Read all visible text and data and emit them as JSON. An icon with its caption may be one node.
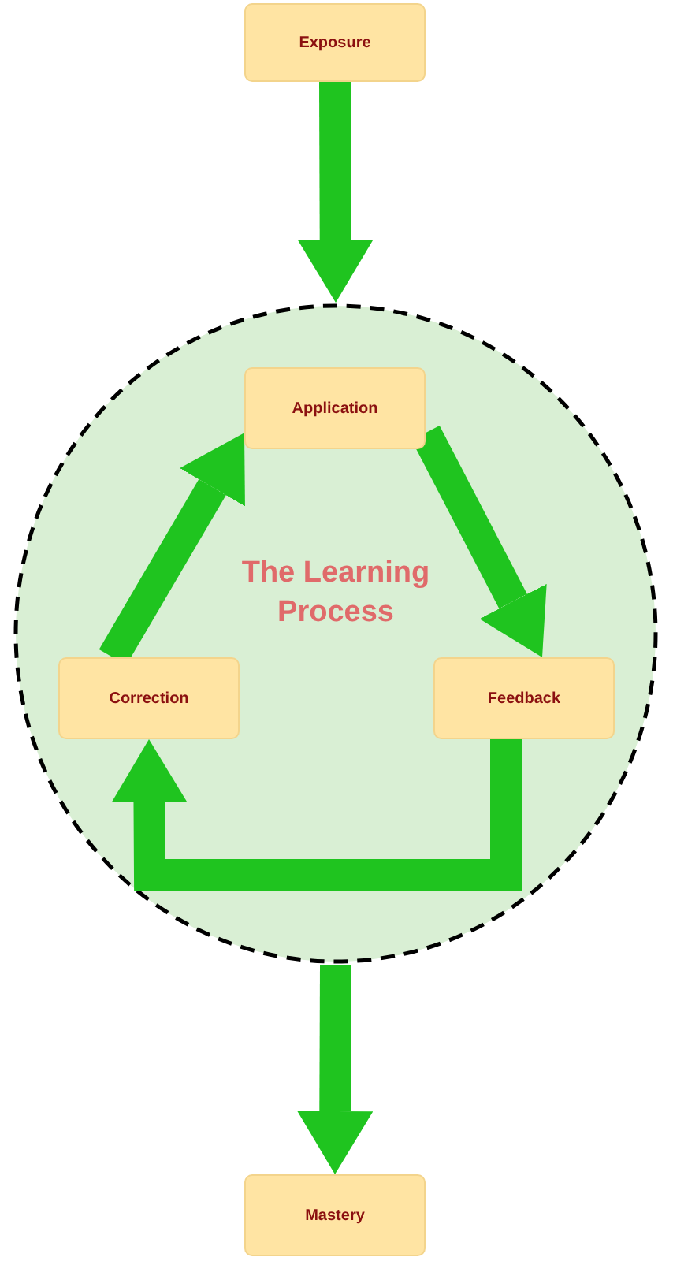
{
  "diagram": {
    "nodes": [
      {
        "text": [
          "Exposure"
        ]
      },
      {
        "text": [
          "The Learning Process"
        ]
      },
      {
        "text": [
          "Application"
        ],
        "in": 1
      },
      {
        "text": [
          "Feedback"
        ],
        "in": 1
      },
      {
        "text": [
          "Correction"
        ],
        "in": 1
      },
      {
        "text": [
          "Mastery"
        ]
      }
    ],
    "edges": [
      {
        "from": 0,
        "to": 1,
        "arrow": "to"
      },
      {
        "from": 2,
        "to": 3,
        "arrow": "to"
      },
      {
        "from": 3,
        "to": 4,
        "arrow": "to"
      },
      {
        "from": 4,
        "to": 2,
        "arrow": "to"
      },
      {
        "from": 1,
        "to": 5,
        "arrow": "to"
      }
    ]
  }
}
